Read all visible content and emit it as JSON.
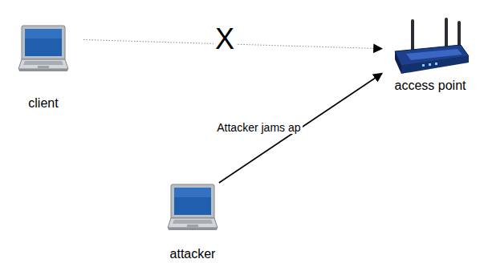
{
  "diagram": {
    "nodes": [
      {
        "text": [
          "client"
        ]
      },
      {
        "text": [
          "access point"
        ]
      },
      {
        "text": [
          "attacker"
        ]
      }
    ],
    "edges": [
      {
        "from": 0,
        "to": 1,
        "arrow": "to",
        "label": "X"
      },
      {
        "from": 2,
        "to": 1,
        "arrow": "to",
        "label": "Attacker jams ap"
      }
    ]
  }
}
